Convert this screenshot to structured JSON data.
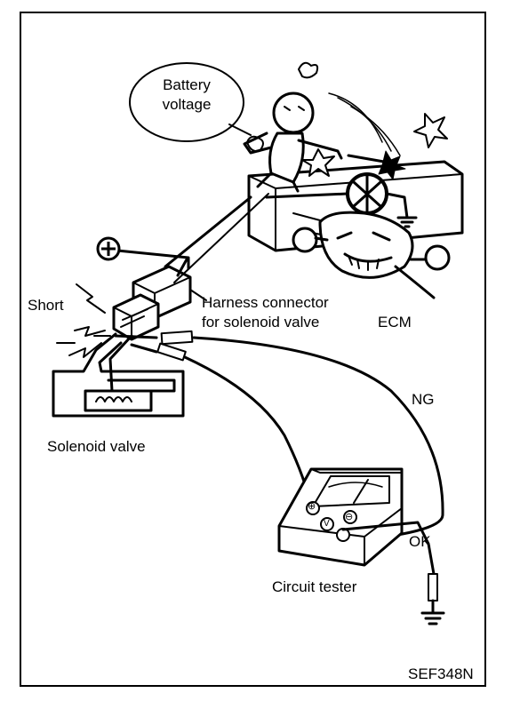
{
  "labels": {
    "battery_line1": "Battery",
    "battery_line2": "voltage",
    "short": "Short",
    "harness_line1": "Harness connector",
    "harness_line2": "for solenoid valve",
    "ecm": "ECM",
    "solenoid": "Solenoid valve",
    "ng": "NG",
    "ok": "OK",
    "tester": "Circuit tester",
    "code": "SEF348N"
  },
  "tester_terminals": {
    "positive": "⊕",
    "voltage": "V",
    "negative": "⊖"
  },
  "icons": [
    "plus-terminal-icon",
    "ground-icon",
    "star-icon",
    "lightning-icon",
    "fuse-icon"
  ]
}
